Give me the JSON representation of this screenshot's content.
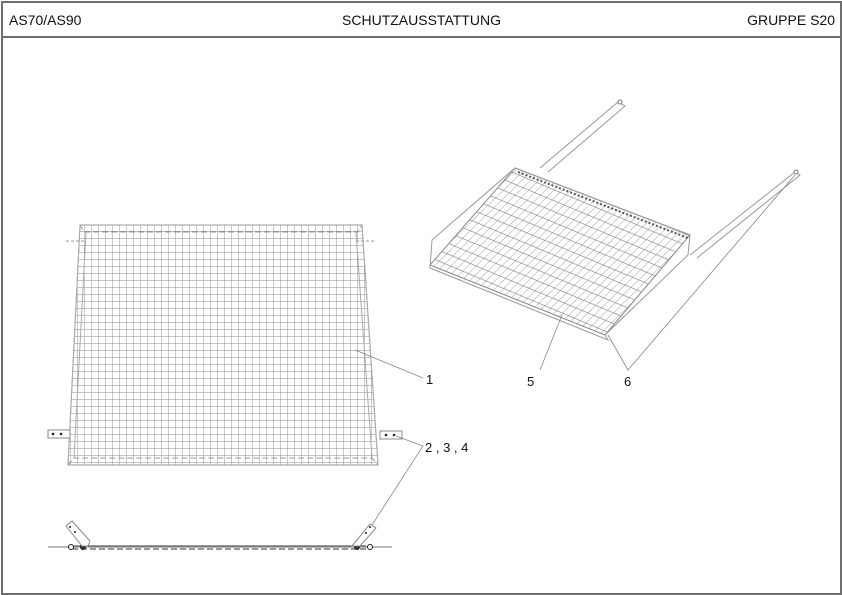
{
  "header": {
    "left": "AS70/AS90",
    "center": "SCHUTZAUSSTATTUNG",
    "right": "GRUPPE S20"
  },
  "callouts": [
    {
      "id": "1",
      "label": "1"
    },
    {
      "id": "2-3-4",
      "label": "2 , 3 , 4"
    },
    {
      "id": "5",
      "label": "5"
    },
    {
      "id": "6",
      "label": "6"
    }
  ],
  "colors": {
    "border": "#6e6e6e",
    "line": "#8a8a8a",
    "text": "#111111"
  }
}
